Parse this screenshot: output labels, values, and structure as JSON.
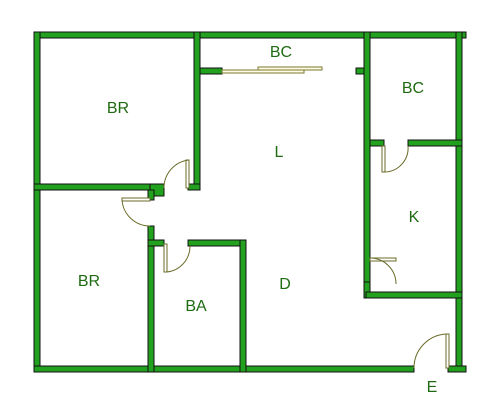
{
  "colors": {
    "wall": "#22a11f",
    "label": "#1f6b12",
    "door": "#6b6b2a",
    "background": "#ffffff"
  },
  "rooms": {
    "bedroom_top": "BR",
    "balcony_top": "BC",
    "balcony_right": "BC",
    "living": "L",
    "kitchen": "K",
    "bedroom_bottom": "BR",
    "bath": "BA",
    "dining": "D",
    "entrance": "E"
  }
}
